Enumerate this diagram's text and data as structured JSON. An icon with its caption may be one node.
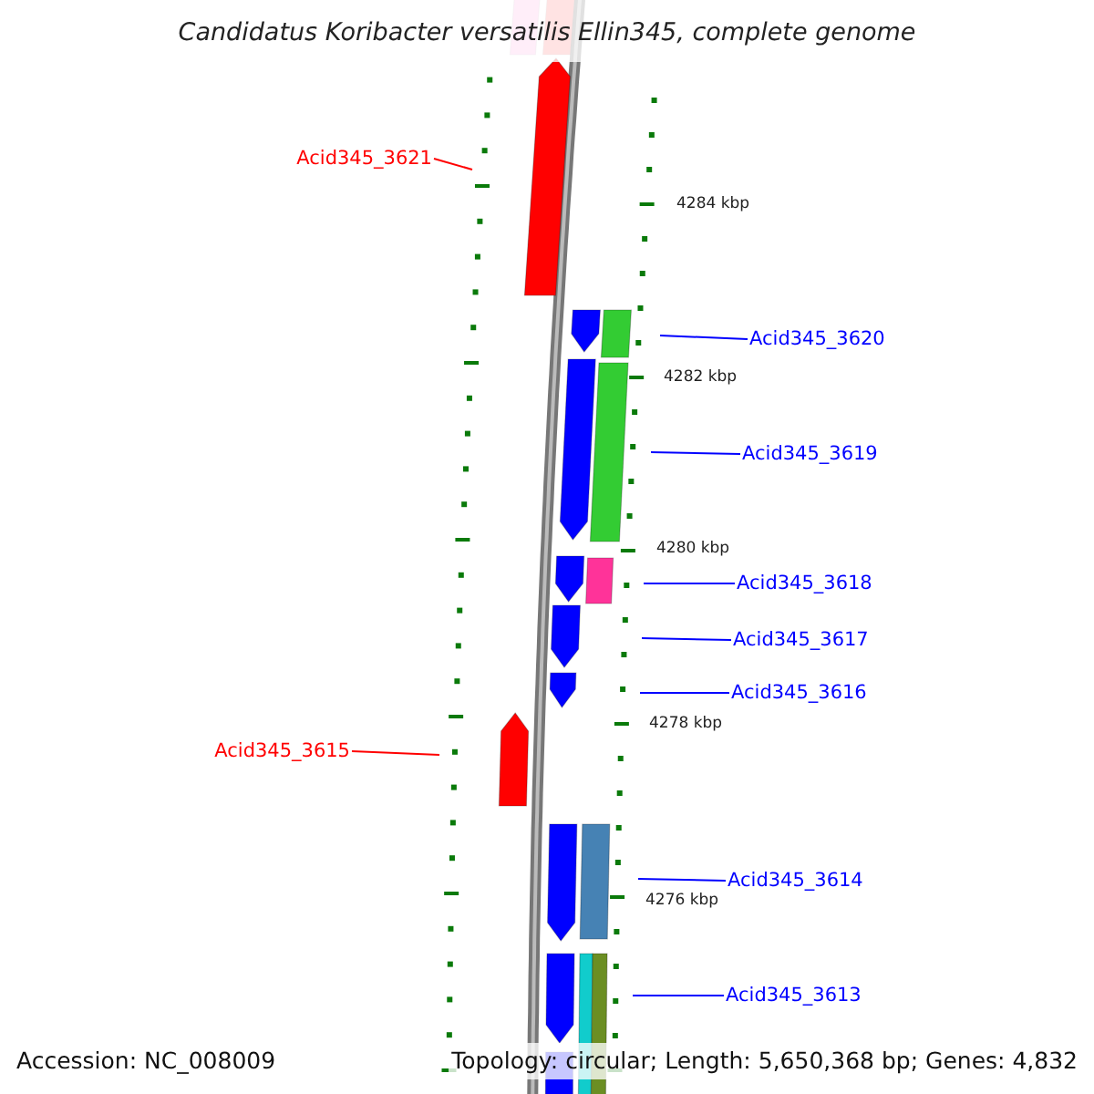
{
  "diagram": {
    "title": "Candidatus Koribacter versatilis Ellin345, complete genome",
    "nodes": [
      {
        "text": [
          "Acid345_3621"
        ]
      },
      {
        "text": [
          "Acid345_3620"
        ]
      },
      {
        "text": [
          "Acid345_3619"
        ]
      },
      {
        "text": [
          "Acid345_3618"
        ]
      },
      {
        "text": [
          "Acid345_3617"
        ]
      },
      {
        "text": [
          "Acid345_3616"
        ]
      },
      {
        "text": [
          "Acid345_3615"
        ]
      },
      {
        "text": [
          "Acid345_3614"
        ]
      },
      {
        "text": [
          "Acid345_3613"
        ]
      }
    ],
    "edges": [
      {
        "from": 0,
        "to": null,
        "arrow": "none",
        "color": "#ff0000"
      },
      {
        "from": 1,
        "to": null,
        "arrow": "none"
      },
      {
        "from": 2,
        "to": null,
        "arrow": "none"
      },
      {
        "from": 3,
        "to": null,
        "arrow": "none"
      },
      {
        "from": 4,
        "to": null,
        "arrow": "none"
      },
      {
        "from": 5,
        "to": null,
        "arrow": "none"
      },
      {
        "from": 6,
        "to": null,
        "arrow": "none",
        "color": "#ff0000"
      },
      {
        "from": 7,
        "to": null,
        "arrow": "none"
      },
      {
        "from": 8,
        "to": null,
        "arrow": "none"
      }
    ],
    "labels": [
      "4284 kbp",
      "4282 kbp",
      "4280 kbp",
      "4278 kbp",
      "4276 kbp",
      "Accession: NC_008009",
      "Topology: circular; Length: 5,650,368 bp; Genes: 4,832"
    ]
  }
}
